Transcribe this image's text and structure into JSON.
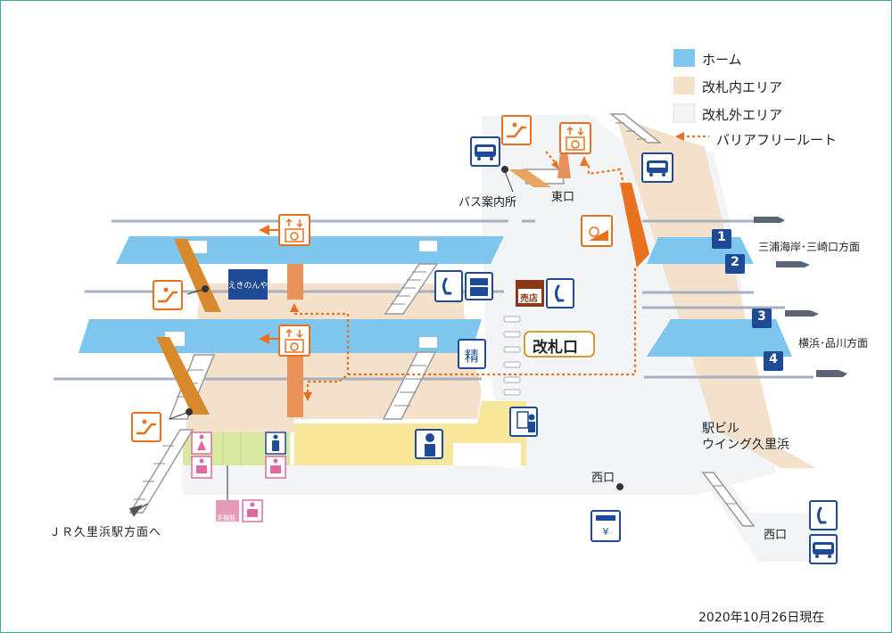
{
  "legend": {
    "platform": "ホーム",
    "inside_gate": "改札内エリア",
    "outside_gate": "改札外エリア",
    "barrier_free": "バリアフリールート"
  },
  "labels": {
    "bus_info": "バス案内所",
    "east_exit": "東口",
    "west_exit_center": "西口",
    "west_exit_right": "西口",
    "ticket_gate": "改札口",
    "building_line1": "駅ビル",
    "building_line2": "ウイング久里浜",
    "to_jr": "ＪＲ久里浜駅方面へ",
    "dir_up": "三浦海岸･三崎口方面",
    "dir_down": "横浜･品川方面",
    "date": "2020年10月26日現在"
  },
  "tracks": [
    "1",
    "2",
    "3",
    "4"
  ],
  "icons": {
    "shop_label": "売店",
    "fare_adjust_label": "精",
    "multi_toilet_label": "多機能"
  },
  "colors": {
    "platform": "#7fc6ee",
    "inside_gate": "#f3e1cc",
    "outside_gate": "#f2f4f6",
    "barrier_free": "#e8701f",
    "shop_area": "#f8e79a",
    "toilet_area": "#d9e8a0",
    "track_number_bg": "#1e4a96",
    "rail": "#a9b0bd"
  }
}
